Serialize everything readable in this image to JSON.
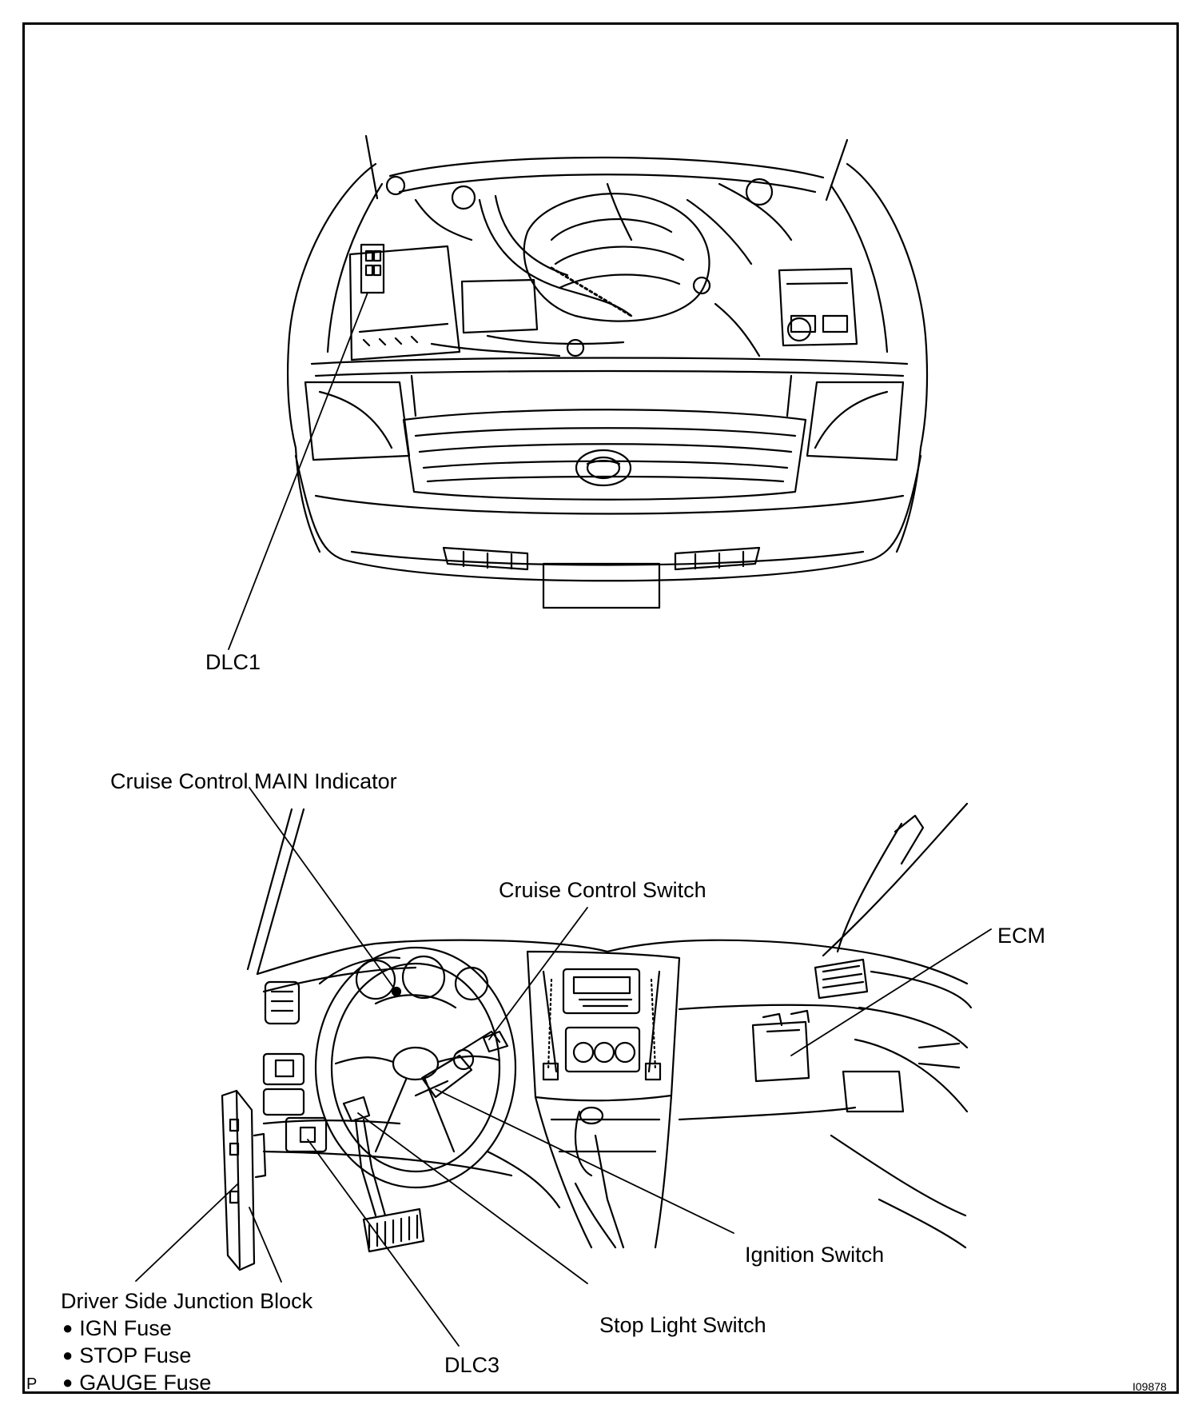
{
  "labels": {
    "dlc1": "DLC1",
    "cruise_main_indicator": "Cruise Control MAIN Indicator",
    "cruise_switch": "Cruise Control Switch",
    "ecm": "ECM",
    "ignition_switch": "Ignition Switch",
    "stop_light_switch": "Stop Light Switch",
    "dlc3": "DLC3",
    "junction_block": "Driver Side Junction Block"
  },
  "junction_block_fuses": [
    "IGN Fuse",
    "STOP Fuse",
    "GAUGE Fuse"
  ],
  "corner_letter": "P",
  "figure_id": "I09878"
}
